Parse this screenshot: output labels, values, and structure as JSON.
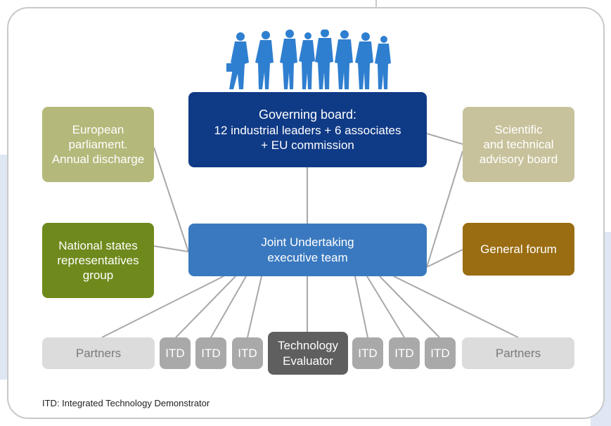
{
  "governing_board": {
    "title": "Governing board:",
    "subtitle": "12 industrial leaders + 6 associates\n+ EU commission"
  },
  "european_parliament": {
    "label": "European\nparliament.\nAnnual discharge"
  },
  "advisory_board": {
    "label": "Scientific\nand technical\nadvisory board"
  },
  "national_states": {
    "label": "National states\nrepresentatives\ngroup"
  },
  "general_forum": {
    "label": "General forum"
  },
  "executive_team": {
    "label": "Joint Undertaking\nexecutive team"
  },
  "bottom_row": {
    "partners_left": "Partners",
    "itd_labels": [
      "ITD",
      "ITD",
      "ITD",
      "ITD",
      "ITD",
      "ITD"
    ],
    "technology_evaluator": "Technology\nEvaluator",
    "partners_right": "Partners"
  },
  "footnote": "ITD: Integrated Technology Demonstrator",
  "colors": {
    "governing_board": "#0f3a86",
    "executive_team": "#3a79bf",
    "european_parliament": "#b4b87a",
    "advisory_board": "#c8c29c",
    "national_states": "#6f8a1c",
    "general_forum": "#9a6d12",
    "itd": "#a9a9a9",
    "technology_evaluator": "#5f5f5f",
    "partners": "#dcdcdc",
    "people_silhouettes": "#2f7fd0"
  },
  "icons": {
    "people": "people-silhouettes-icon"
  }
}
